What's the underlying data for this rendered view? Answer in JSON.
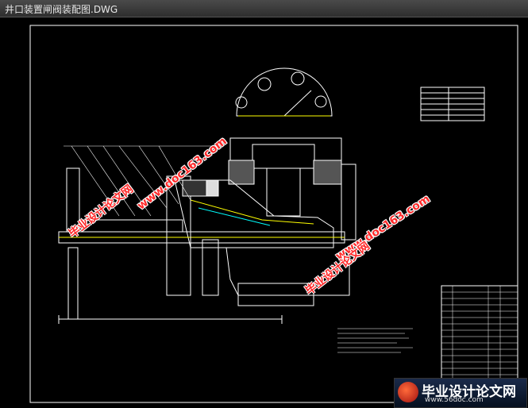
{
  "window": {
    "title": "井口装置闸阀装配图.DWG"
  },
  "watermark": {
    "site": "www.doc163.com",
    "cn": "毕业设计论文网",
    "color": "#ff2a2a"
  },
  "badge": {
    "title": "毕业设计论文网",
    "url": "www.56doc.com"
  },
  "drawing": {
    "line_color": "#ffffff",
    "accent_color": "#ffff00",
    "cyan_color": "#00ffff"
  }
}
